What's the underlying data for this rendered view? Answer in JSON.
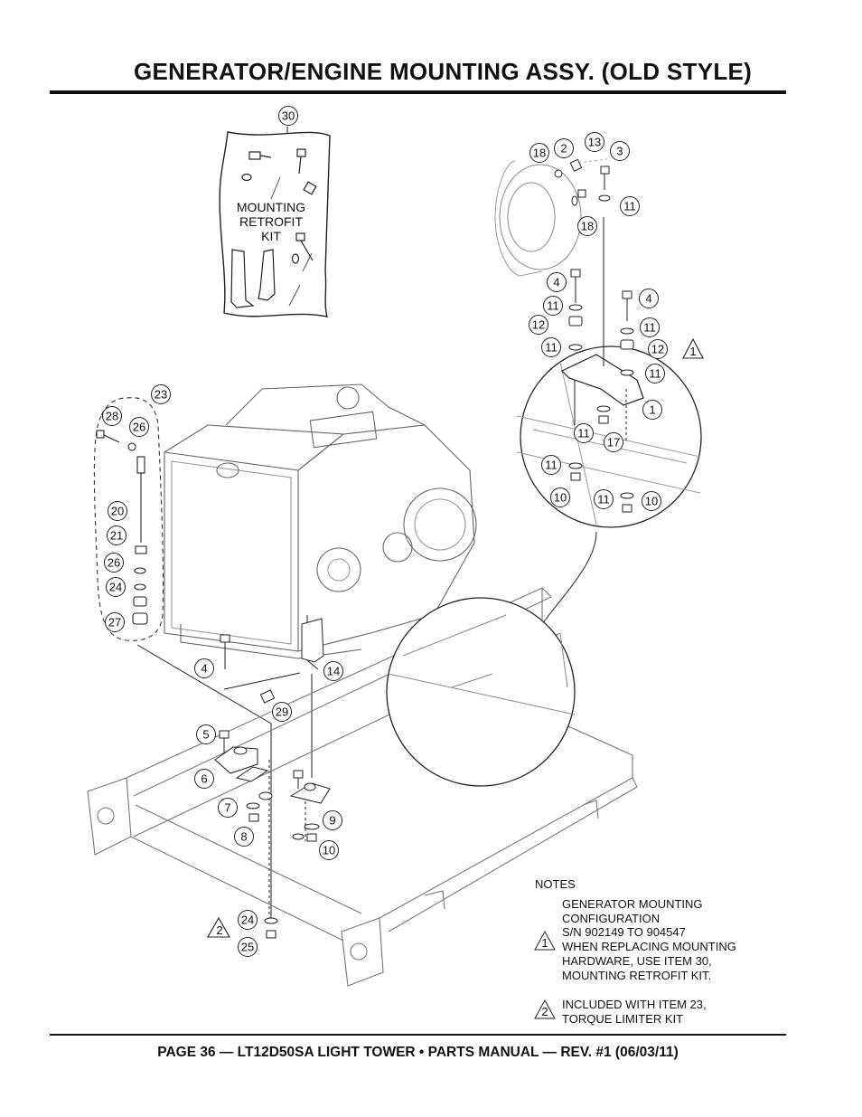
{
  "title": "GENERATOR/ENGINE MOUNTING ASSY. (OLD STYLE)",
  "footer": "PAGE 36 — LT12D50SA LIGHT TOWER • PARTS MANUAL — REV. #1 (06/03/11)",
  "kit": {
    "lines": [
      "MOUNTING",
      "RETROFIT",
      "KIT"
    ]
  },
  "notes": {
    "heading": "NOTES",
    "note1": {
      "marker": "1",
      "lines": [
        "GENERATOR MOUNTING",
        "CONFIGURATION",
        "S/N 902149 TO 904547",
        "WHEN REPLACING MOUNTING",
        "HARDWARE, USE ITEM 30,",
        "MOUNTING RETROFIT KIT."
      ]
    },
    "note2": {
      "marker": "2",
      "lines": [
        "INCLUDED WITH ITEM 23,",
        "TORQUE LIMITER KIT"
      ]
    }
  },
  "diagram_markers": [
    "1",
    "2"
  ],
  "callouts": [
    "30",
    "18",
    "2",
    "13",
    "3",
    "11",
    "18",
    "4",
    "11",
    "12",
    "11",
    "4",
    "11",
    "12",
    "11",
    "1",
    "11",
    "17",
    "11",
    "10",
    "11",
    "10",
    "23",
    "28",
    "26",
    "20",
    "21",
    "26",
    "24",
    "27",
    "4",
    "14",
    "29",
    "5",
    "6",
    "7",
    "8",
    "9",
    "10",
    "24",
    "25"
  ]
}
